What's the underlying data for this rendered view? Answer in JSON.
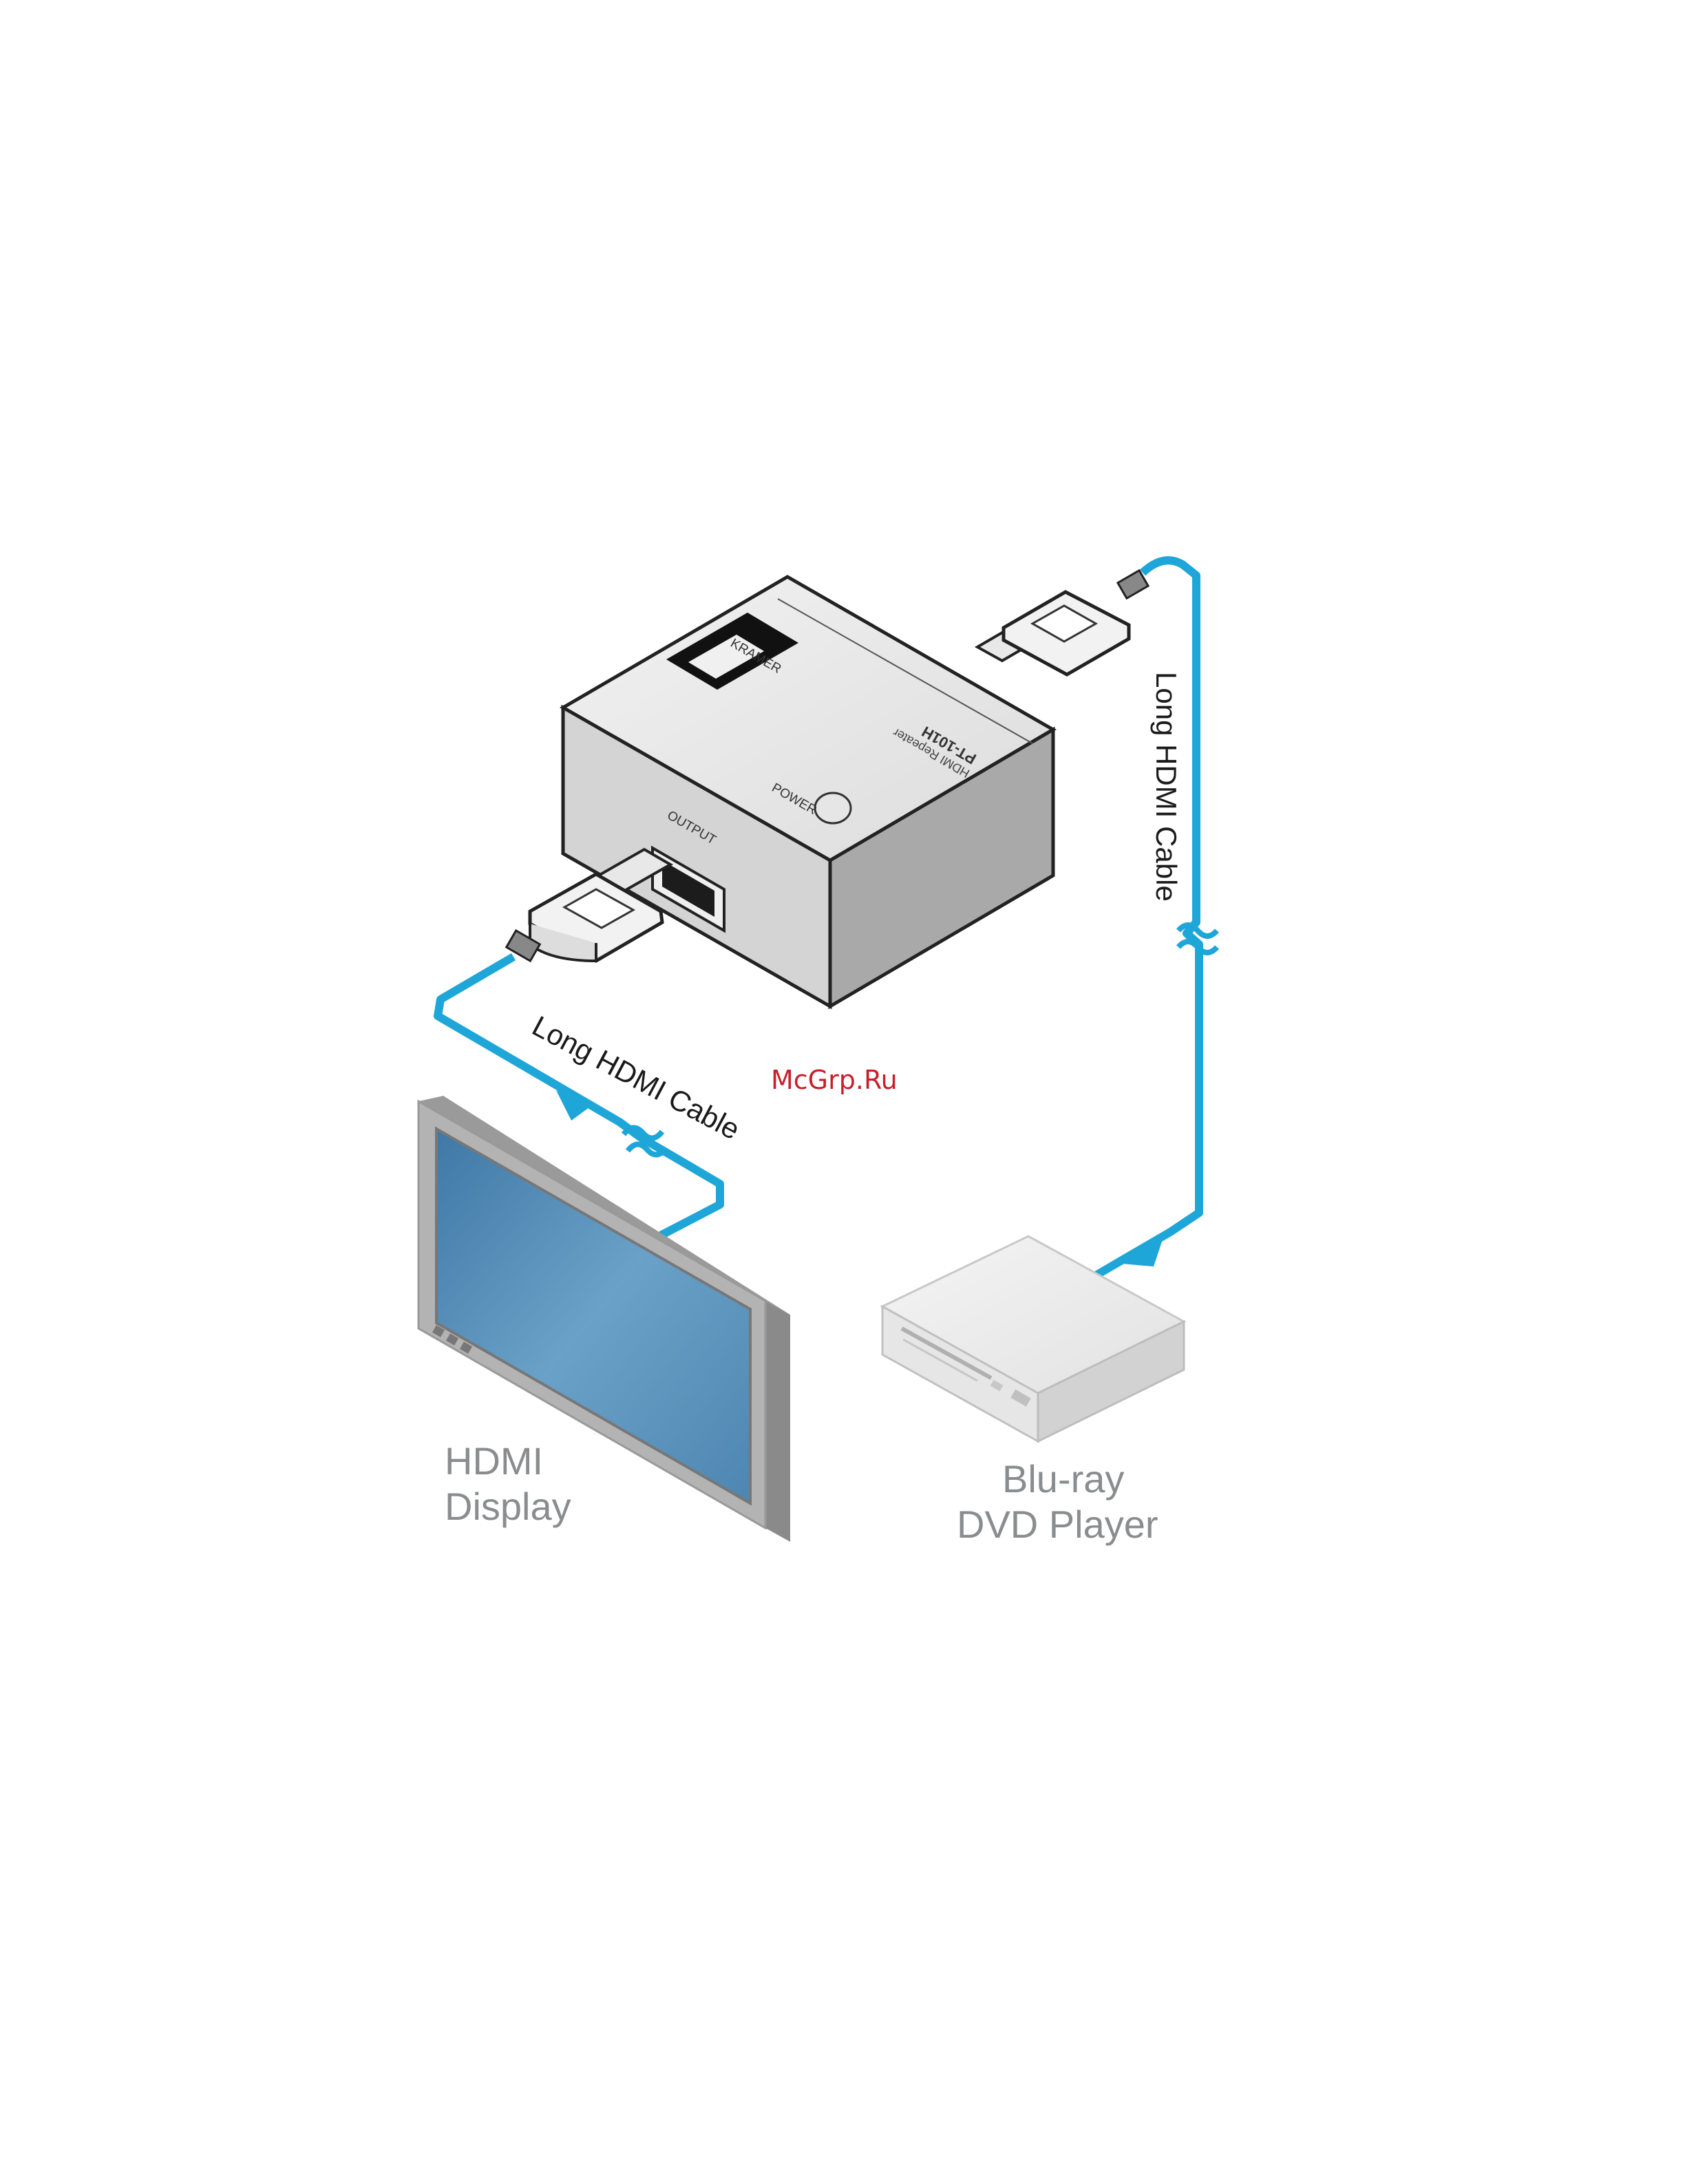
{
  "device": {
    "model": "PT-101H",
    "subtitle": "HDMI Repeater",
    "output_label": "OUTPUT",
    "power_label": "POWER",
    "logo_text": "KRAMER"
  },
  "cables": {
    "left_label": "Long HDMI Cable",
    "right_label": "Long HDMI Cable"
  },
  "display": {
    "label_line1": "HDMI",
    "label_line2": "Display"
  },
  "player": {
    "label_line1": "Blu-ray",
    "label_line2": "DVD Player"
  },
  "watermark": "McGrp.Ru",
  "colors": {
    "cable": "#1ea6d8",
    "screen": "#5b94bd",
    "label_gray": "#8a8c8e",
    "watermark": "#c8202a"
  }
}
